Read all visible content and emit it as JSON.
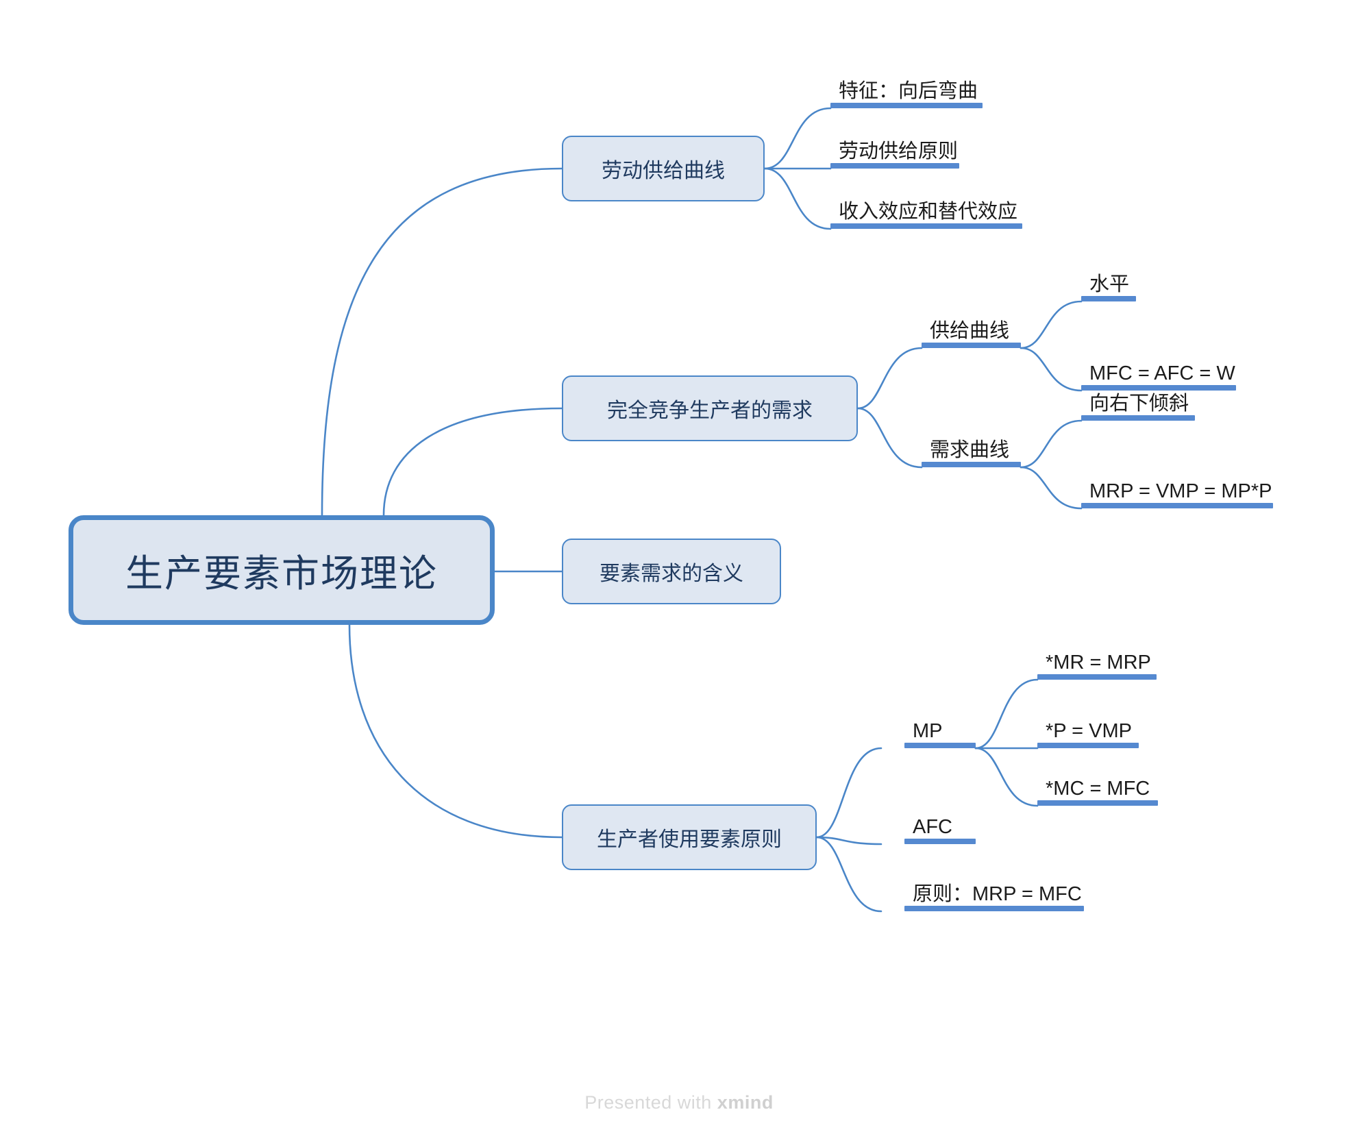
{
  "meta": {
    "watermark_prefix": "Presented with ",
    "watermark_brand": "xmind"
  },
  "colors": {
    "root_fill": "#dde5f0",
    "root_border": "#4a86c8",
    "branch_fill": "#dfe7f2",
    "branch_border": "#4a86c8",
    "bar": "#5589d0",
    "wire": "#4a86c8",
    "node_text": "#1f3a5f",
    "leaf_text": "#1b1b1b",
    "background": "#ffffff"
  },
  "mindmap": {
    "root": {
      "label": "生产要素市场理论"
    },
    "branches": [
      {
        "label": "劳动供给曲线",
        "children": [
          {
            "label": "特征：向后弯曲"
          },
          {
            "label": "劳动供给原则"
          },
          {
            "label": "收入效应和替代效应"
          }
        ]
      },
      {
        "label": "完全竞争生产者的需求",
        "children": [
          {
            "label": "供给曲线",
            "children": [
              {
                "label": "水平"
              },
              {
                "label": "MFC = AFC = W"
              }
            ]
          },
          {
            "label": "需求曲线",
            "children": [
              {
                "label": "向右下倾斜"
              },
              {
                "label": "MRP = VMP = MP*P"
              }
            ]
          }
        ]
      },
      {
        "label": "要素需求的含义",
        "children": []
      },
      {
        "label": "生产者使用要素原则",
        "children": [
          {
            "label": "MP",
            "children": [
              {
                "label": "*MR = MRP"
              },
              {
                "label": "*P = VMP"
              },
              {
                "label": "*MC = MFC"
              }
            ]
          },
          {
            "label": "AFC"
          },
          {
            "label": "原则：MRP = MFC"
          }
        ]
      }
    ]
  }
}
